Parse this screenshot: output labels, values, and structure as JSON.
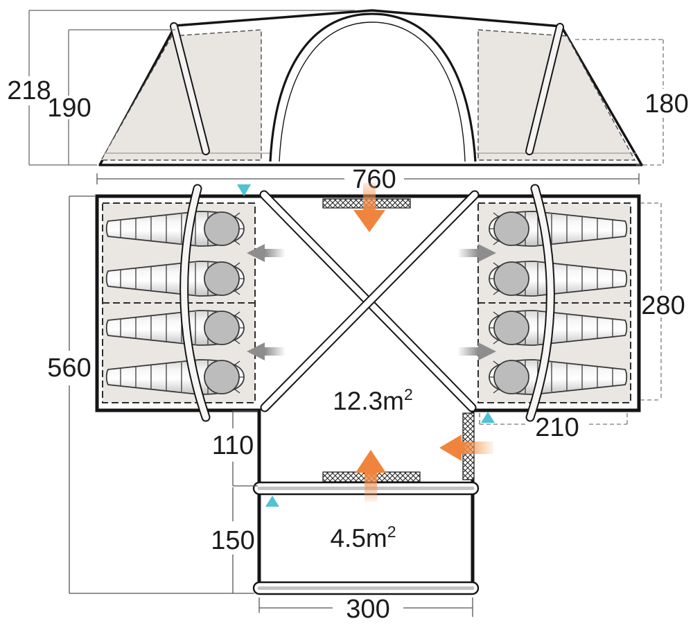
{
  "diagram_title": "tent-dimensions-diagram",
  "elevation": {
    "height_total": "218",
    "height_inner": "190",
    "height_side": "180"
  },
  "floorplan": {
    "width_total": "760",
    "depth_total": "560",
    "bedroom_depth": "280",
    "bedroom_width": "210",
    "mid_section_depth": "110",
    "porch_depth": "150",
    "porch_width": "300",
    "living_area": "12.3m",
    "living_area_sup": "2",
    "porch_area": "4.5m",
    "porch_area_sup": "2"
  },
  "icons": {
    "entrance_arrow": "orange-arrow",
    "inner_door_arrow": "gray-arrow",
    "vent_marker": "teal-triangle",
    "mesh_door": "crosshatch-strip"
  },
  "colors": {
    "orange": "#F0843C",
    "teal": "#4EC3D3",
    "gray": "#8D8D8D",
    "bedroom_fill": "#EAE7E3",
    "canvas_fill": "#E9E6E2",
    "line": "#151515"
  }
}
